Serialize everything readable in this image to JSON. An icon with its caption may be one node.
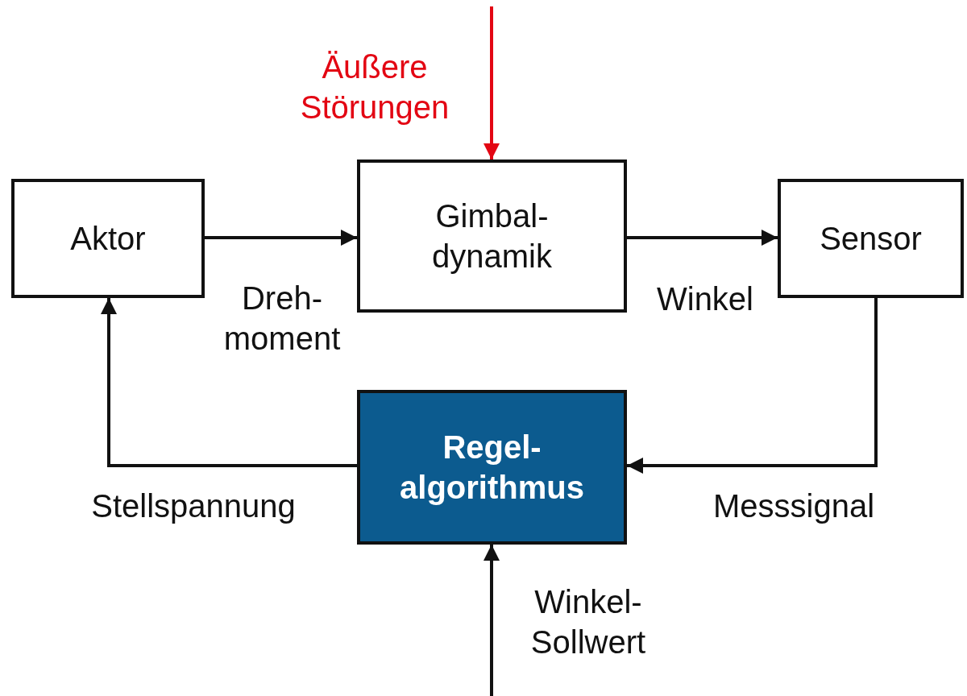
{
  "diagram": {
    "nodes": [
      {
        "text": [
          "Aktor"
        ]
      },
      {
        "text": [
          "Gimbal- dynamik"
        ]
      },
      {
        "text": [
          "Sensor"
        ]
      },
      {
        "text": [
          "Regel- algorithmus"
        ]
      }
    ],
    "edges": [
      {
        "from": 0,
        "to": 1,
        "arrow": "to",
        "label": "Dreh- moment"
      },
      {
        "from": 1,
        "to": 2,
        "arrow": "to",
        "label": "Winkel"
      },
      {
        "from": 2,
        "to": 3,
        "arrow": "to",
        "label": "Messsignal"
      },
      {
        "from": 3,
        "to": 0,
        "arrow": "to",
        "label": "Stellspannung"
      },
      {
        "from": null,
        "to": 1,
        "arrow": "to",
        "label": "Äußere Störungen",
        "color": "#e30613"
      },
      {
        "from": null,
        "to": 3,
        "arrow": "to",
        "label": "Winkel- Sollwert"
      }
    ]
  }
}
